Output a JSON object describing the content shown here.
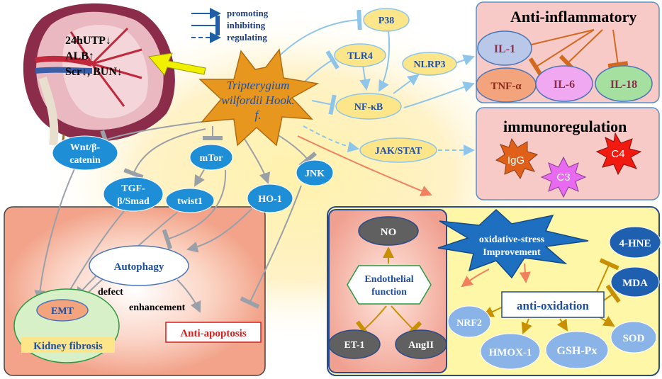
{
  "legend": {
    "promoting": "promoting",
    "inhibiting": "inhibiting",
    "regulating": "regulating"
  },
  "center": {
    "line1": "Tripterygium",
    "line2": "wilfordii Hook.",
    "line3": "f."
  },
  "kidney": {
    "line1": "24hUTP↓",
    "line2": "ALB↑",
    "line3": "Scr↓, BUN↓"
  },
  "nodes": {
    "p38": "P38",
    "tlr4": "TLR4",
    "nlrp3": "NLRP3",
    "nfkb": "NF-κB",
    "jakstat": "JAK/STAT",
    "wnt_1": "Wnt/β-",
    "wnt_2": "catenin",
    "tgf_1": "TGF-",
    "tgf_2": "β/Smad",
    "mtor": "mTor",
    "twist1": "twist1",
    "ho1": "HO-1",
    "jnk": "JNK"
  },
  "anti_inflammatory": {
    "title": "Anti-inflammatory",
    "il1": "IL-1",
    "tnfa": "TNF-α",
    "il6": "IL-6",
    "il18": "IL-18"
  },
  "immunoregulation": {
    "title": "immunoregulation",
    "igg": "IgG",
    "c3": "C3",
    "c4": "C4"
  },
  "fibrosis": {
    "autophagy": "Autophagy",
    "defect": "defect",
    "enhancement": "enhancement",
    "emt": "EMT",
    "kidney_fibrosis": "Kidney fibrosis",
    "anti_apoptosis": "Anti-apoptosis"
  },
  "endothelial": {
    "no": "NO",
    "function_1": "Endothelial",
    "function_2": "function",
    "et1": "ET-1",
    "angii": "AngII"
  },
  "oxidative": {
    "star_1": "oxidative-stress",
    "star_2": "Improvement",
    "hne": "4-HNE",
    "mda": "MDA",
    "anti_oxidation": "anti-oxidation",
    "nrf2": "NRF2",
    "hmox1": "HMOX-1",
    "gshpx": "GSH-Px",
    "sod": "SOD"
  },
  "colors": {
    "promoting": "#1f5fa6",
    "light_arrow": "#8ec5e8",
    "gray_arrow": "#9aa0a8",
    "inhibit_orange": "#d2691e",
    "node_blue": "#1e8fd6",
    "node_yellow": "#fde58a",
    "panel_pink": "#f7c9c7"
  }
}
